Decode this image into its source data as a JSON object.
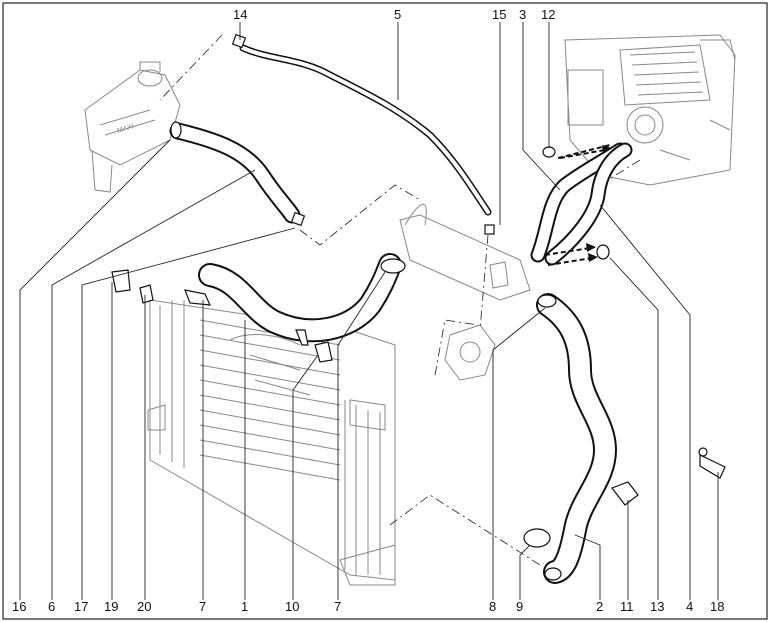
{
  "callouts": [
    {
      "id": "14",
      "label": "14"
    },
    {
      "id": "5",
      "label": "5"
    },
    {
      "id": "15",
      "label": "15"
    },
    {
      "id": "3",
      "label": "3"
    },
    {
      "id": "12",
      "label": "12"
    },
    {
      "id": "16",
      "label": "16"
    },
    {
      "id": "6",
      "label": "6"
    },
    {
      "id": "17",
      "label": "17"
    },
    {
      "id": "19",
      "label": "19"
    },
    {
      "id": "20",
      "label": "20"
    },
    {
      "id": "7a",
      "label": "7"
    },
    {
      "id": "1",
      "label": "1"
    },
    {
      "id": "10",
      "label": "10"
    },
    {
      "id": "7b",
      "label": "7"
    },
    {
      "id": "8",
      "label": "8"
    },
    {
      "id": "9",
      "label": "9"
    },
    {
      "id": "2",
      "label": "2"
    },
    {
      "id": "11",
      "label": "11"
    },
    {
      "id": "13",
      "label": "13"
    },
    {
      "id": "4",
      "label": "4"
    },
    {
      "id": "18",
      "label": "18"
    }
  ],
  "reservoir_text": "MAXI"
}
